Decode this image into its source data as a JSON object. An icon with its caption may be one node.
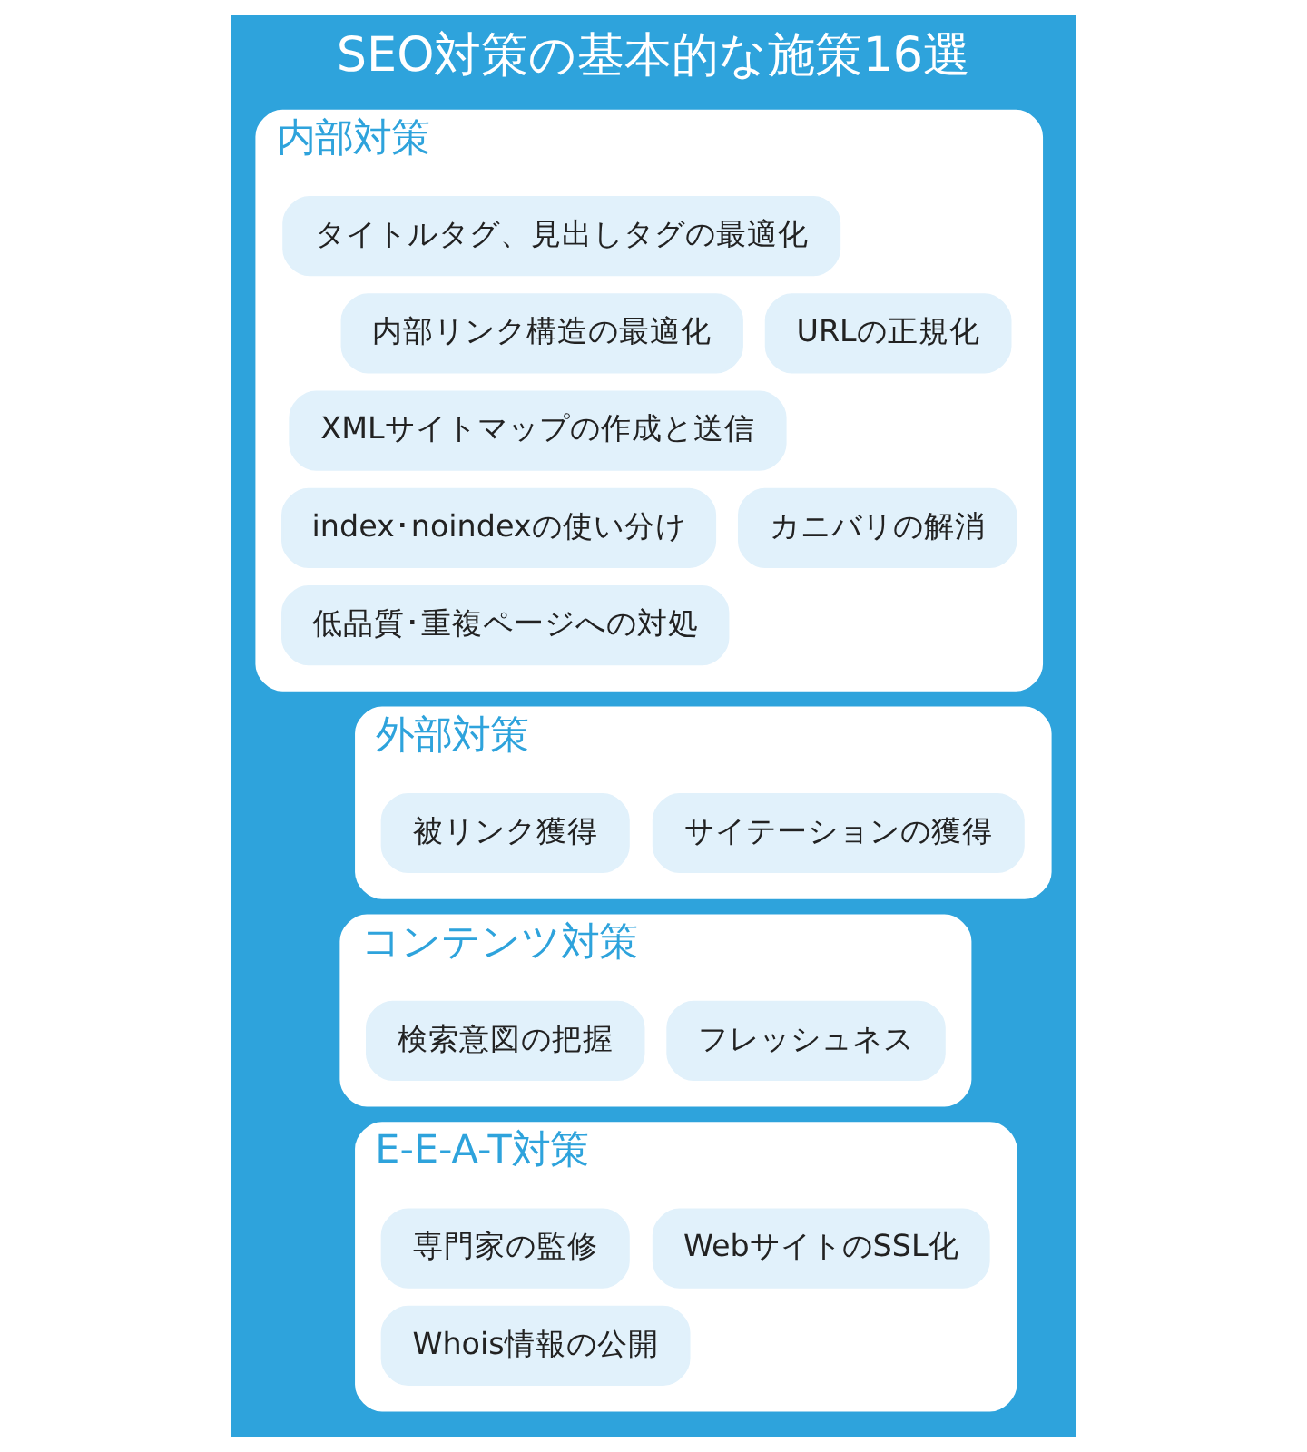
{
  "diagram": {
    "title": "SEO対策の基本的な施策16選",
    "nodes": [
      {
        "text": [
          "内部対策"
        ]
      },
      {
        "text": [
          "タイトルタグ、見出しタグの最適化"
        ],
        "in": 0
      },
      {
        "text": [
          "内部リンク構造の最適化"
        ],
        "in": 0
      },
      {
        "text": [
          "URLの正規化"
        ],
        "in": 0
      },
      {
        "text": [
          "XMLサイトマップの作成と送信"
        ],
        "in": 0
      },
      {
        "text": [
          "index･noindexの使い分け"
        ],
        "in": 0
      },
      {
        "text": [
          "カニバリの解消"
        ],
        "in": 0
      },
      {
        "text": [
          "低品質･重複ページへの対処"
        ],
        "in": 0
      },
      {
        "text": [
          "外部対策"
        ]
      },
      {
        "text": [
          "被リンク獲得"
        ],
        "in": 8
      },
      {
        "text": [
          "サイテーションの獲得"
        ],
        "in": 8
      },
      {
        "text": [
          "コンテンツ対策"
        ]
      },
      {
        "text": [
          "検索意図の把握"
        ],
        "in": 11
      },
      {
        "text": [
          "フレッシュネス"
        ],
        "in": 11
      },
      {
        "text": [
          "E-E-A-T対策"
        ]
      },
      {
        "text": [
          "専門家の監修"
        ],
        "in": 14
      },
      {
        "text": [
          "WebサイトのSSL化"
        ],
        "in": 14
      },
      {
        "text": [
          "Whois情報の公開"
        ],
        "in": 14
      }
    ]
  }
}
